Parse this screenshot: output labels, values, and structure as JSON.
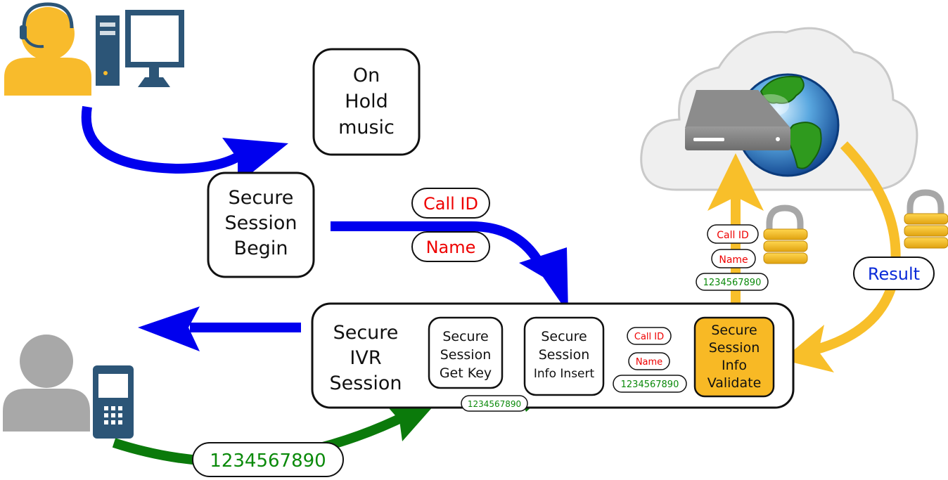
{
  "nodes": {
    "on_hold": [
      "On",
      "Hold",
      "music"
    ],
    "secure_session_begin": [
      "Secure",
      "Session",
      "Begin"
    ],
    "secure_ivr_session": [
      "Secure",
      "IVR",
      "Session"
    ],
    "get_key": [
      "Secure",
      "Session",
      "Get Key"
    ],
    "info_insert": [
      "Secure",
      "Session",
      "Info Insert"
    ],
    "info_validate": [
      "Secure",
      "Session",
      "Info",
      "Validate"
    ]
  },
  "labels": {
    "call_id": "Call ID",
    "name": "Name",
    "number": "1234567890",
    "result": "Result"
  },
  "icons": [
    "agent-icon",
    "computer-icon",
    "caller-icon",
    "mobile-phone-icon",
    "cloud-icon",
    "server-icon",
    "globe-icon",
    "padlock-icon"
  ],
  "colors": {
    "blue_arrow": "#0000ee",
    "green_arrow": "#0b7a0b",
    "gold_arrow": "#f8bf2a",
    "agent": "#f8bb2c",
    "computer": "#2c5577",
    "caller": "#a8a8a8",
    "validate_box": "#f8b925",
    "label_red": "#ee0000",
    "label_blue": "#0a2ad8",
    "label_green": "#0b8a0b"
  }
}
